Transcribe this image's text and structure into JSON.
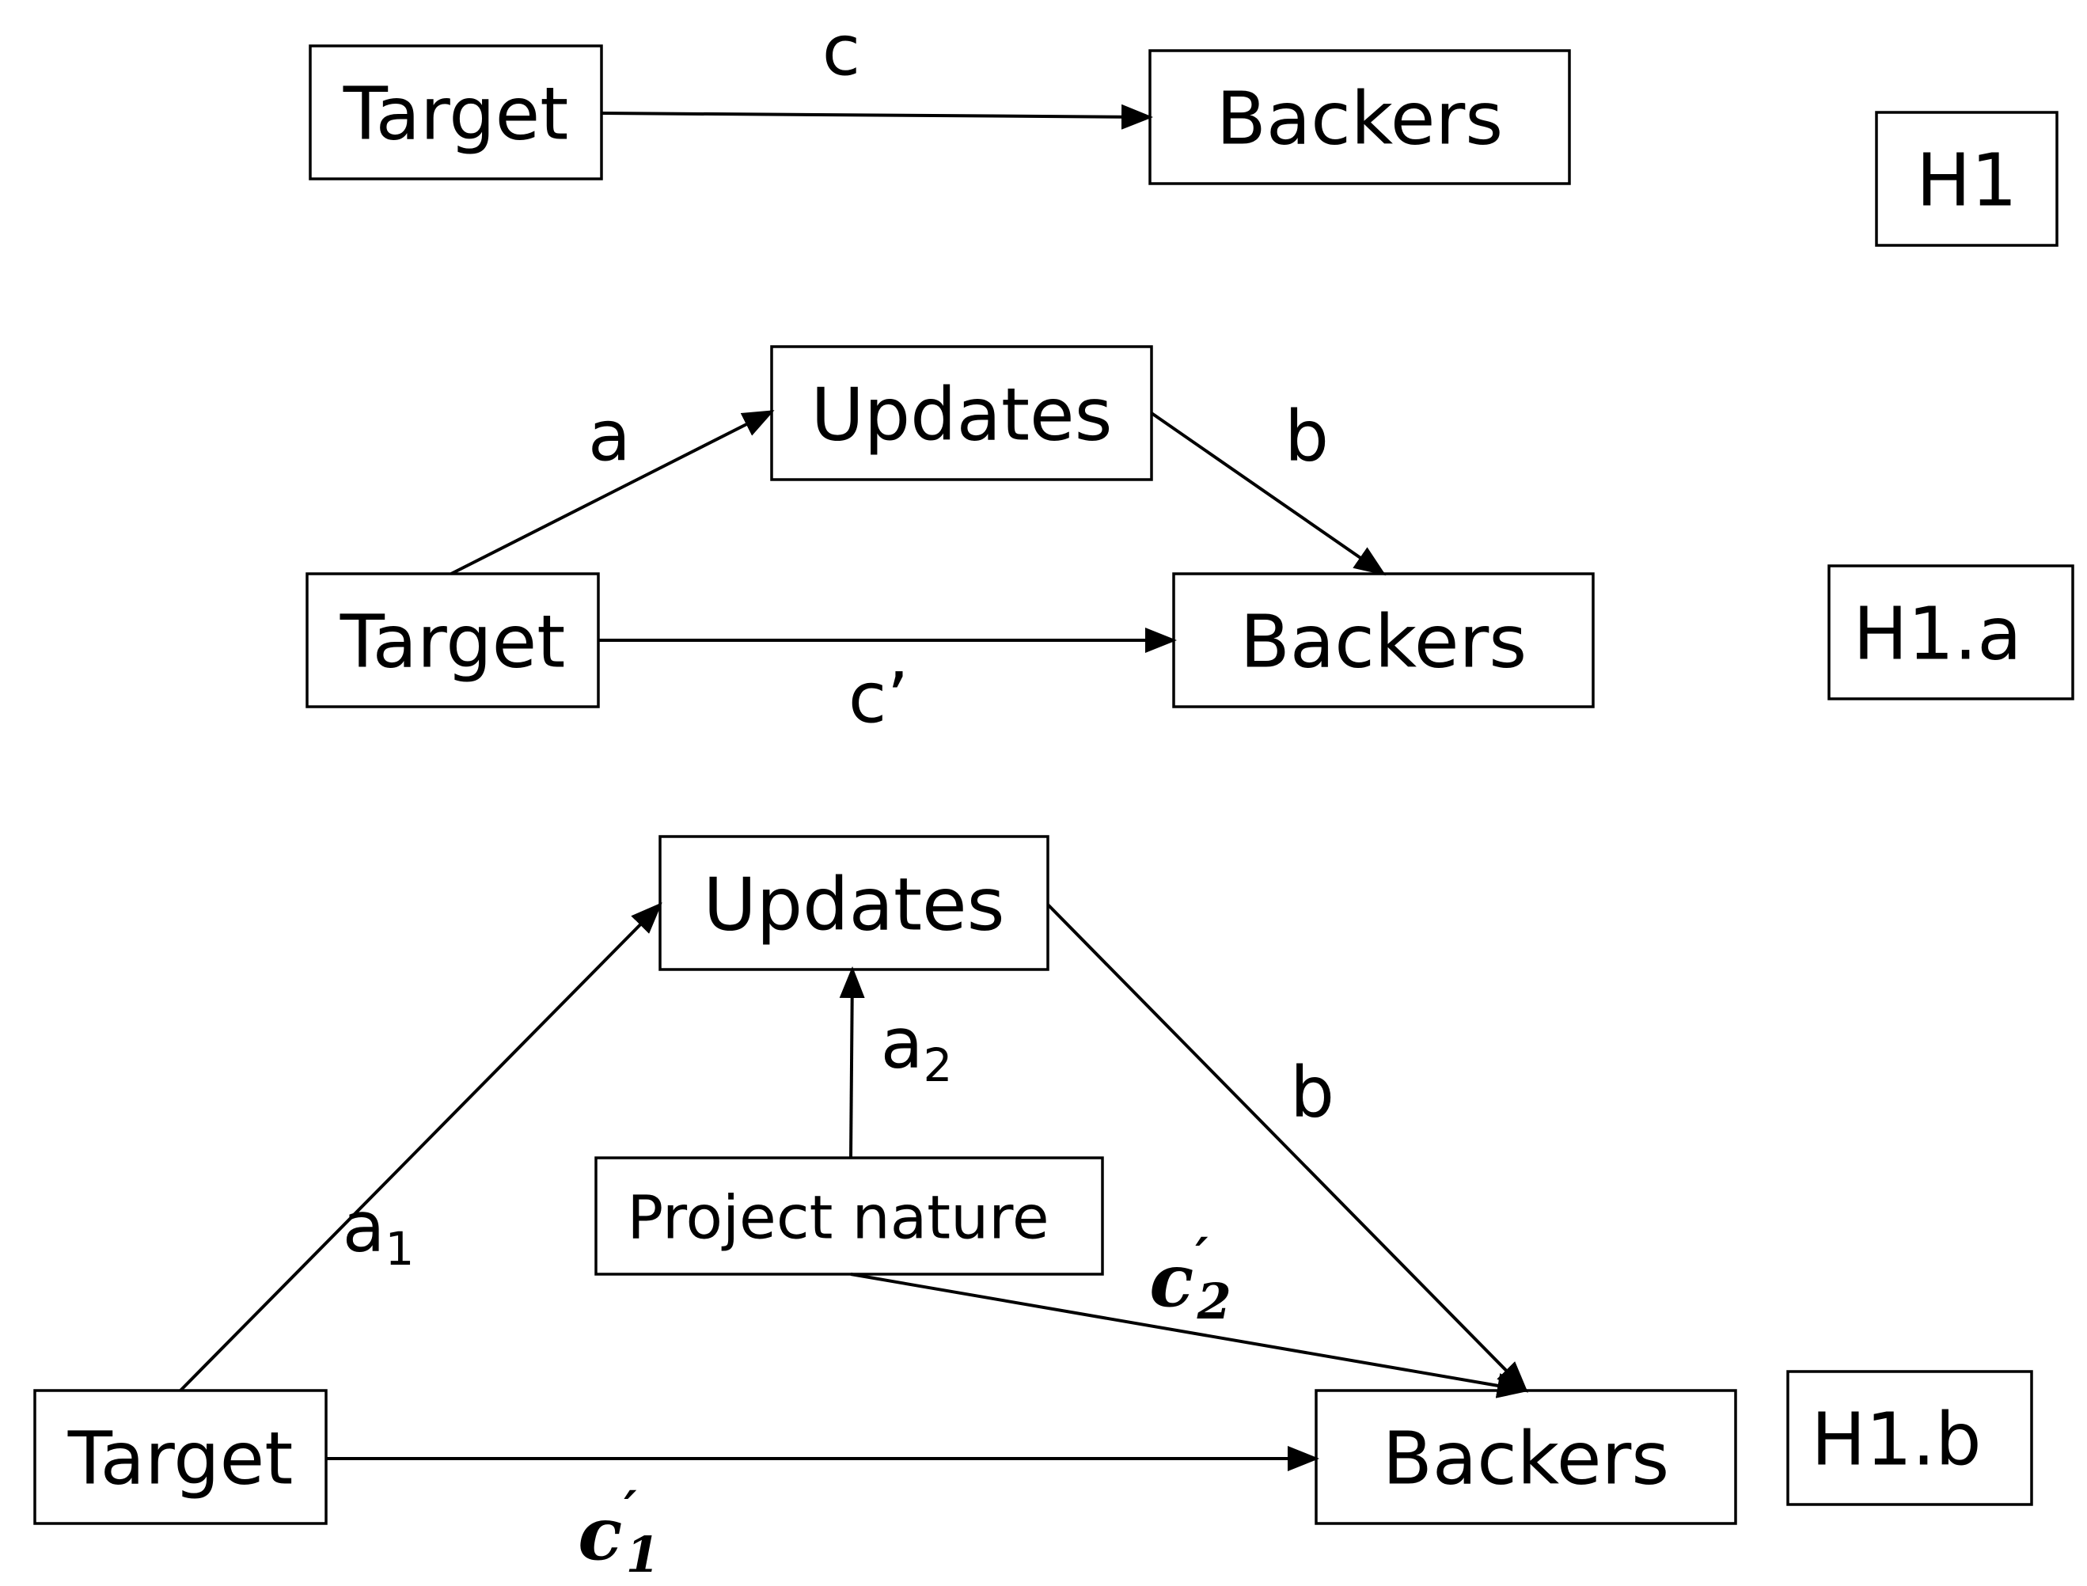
{
  "colors": {
    "stroke": "#000000",
    "fill": "#ffffff",
    "background": "#ffffff"
  },
  "panel_h1": {
    "tag": "H1",
    "target": "Target",
    "backers": "Backers",
    "path_c": "c"
  },
  "panel_h1a": {
    "tag": "H1.a",
    "target": "Target",
    "updates": "Updates",
    "backers": "Backers",
    "path_a": "a",
    "path_b": "b",
    "path_c_prime": "c’"
  },
  "panel_h1b": {
    "tag": "H1.b",
    "target": "Target",
    "updates": "Updates",
    "backers": "Backers",
    "project_nature": "Project nature",
    "path_a1": "a",
    "path_a1_sub": "1",
    "path_a2": "a",
    "path_a2_sub": "2",
    "path_b": "b",
    "path_c1_prime": "c",
    "path_c1_prime_mark": "′",
    "path_c1_prime_sub": "1",
    "path_c2_prime": "c",
    "path_c2_prime_mark": "′",
    "path_c2_prime_sub": "2"
  }
}
